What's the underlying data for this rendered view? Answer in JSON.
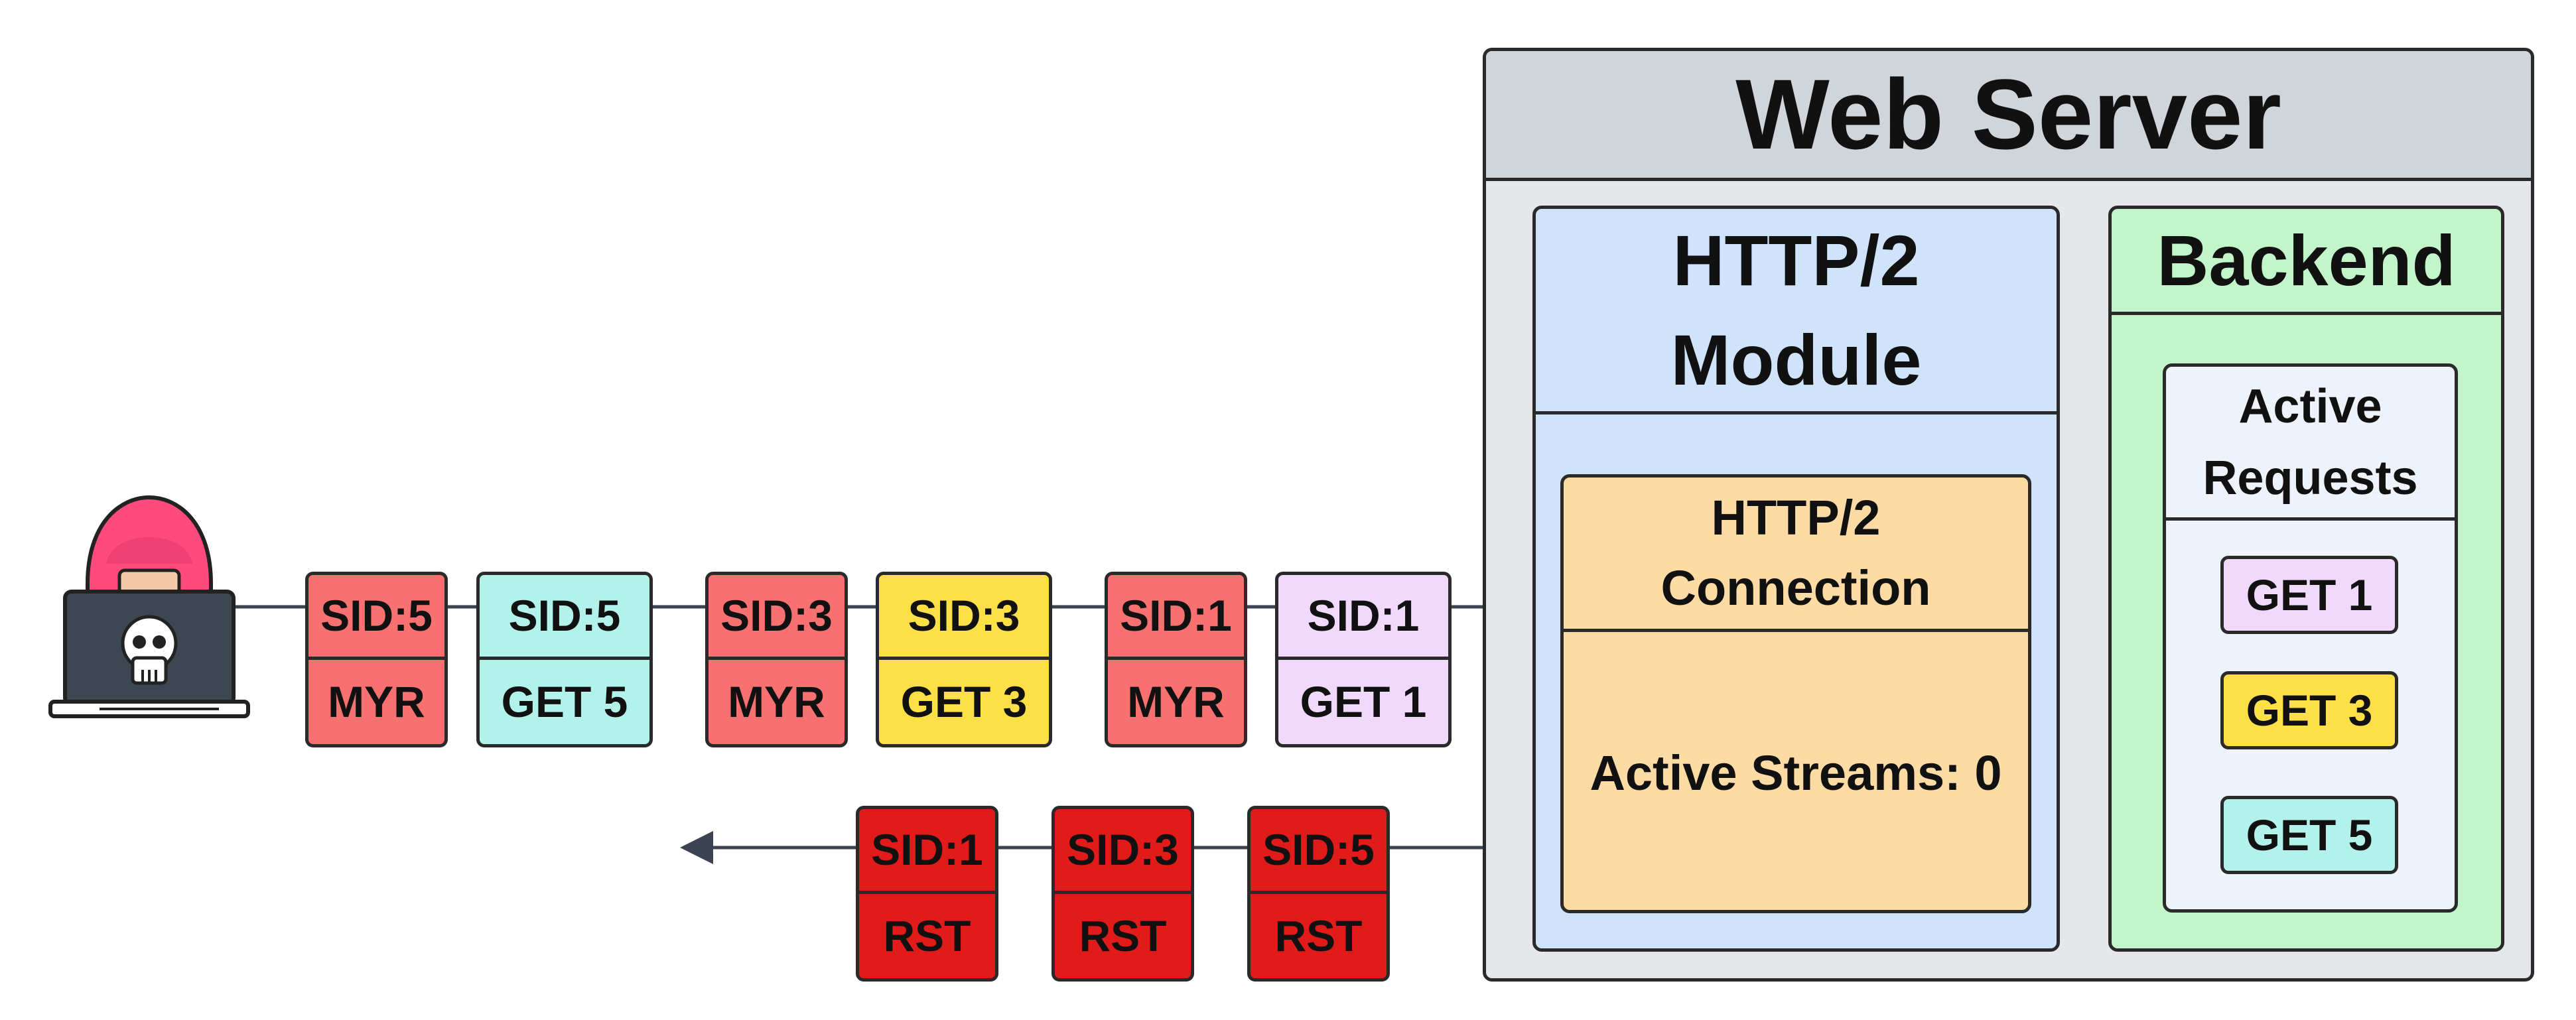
{
  "server": {
    "title": "Web Server",
    "module": {
      "title_line1": "HTTP/2",
      "title_line2": "Module",
      "connection": {
        "title_line1": "HTTP/2",
        "title_line2": "Connection",
        "active_streams": "Active Streams: 0"
      }
    },
    "backend": {
      "title": "Backend",
      "active_requests": {
        "title_line1": "Active",
        "title_line2": "Requests",
        "items": [
          "GET 1",
          "GET 3",
          "GET 5"
        ]
      }
    }
  },
  "incoming_packets": [
    {
      "sid": "SID:5",
      "frame": "MYR",
      "color": "#f87171"
    },
    {
      "sid": "SID:5",
      "frame": "GET 5",
      "color": "#b2f2ea"
    },
    {
      "sid": "SID:3",
      "frame": "MYR",
      "color": "#f87171"
    },
    {
      "sid": "SID:3",
      "frame": "GET 3",
      "color": "#fde047"
    },
    {
      "sid": "SID:1",
      "frame": "MYR",
      "color": "#f87171"
    },
    {
      "sid": "SID:1",
      "frame": "GET 1",
      "color": "#f1d9fb"
    }
  ],
  "outgoing_packets": [
    {
      "sid": "SID:1",
      "frame": "RST",
      "color": "#e11a1a"
    },
    {
      "sid": "SID:3",
      "frame": "RST",
      "color": "#e11a1a"
    },
    {
      "sid": "SID:5",
      "frame": "RST",
      "color": "#e11a1a"
    }
  ],
  "request_colors": [
    "#f1d9fb",
    "#fde047",
    "#b2f2ea"
  ],
  "colors": {
    "server_bg": "#e6e7ea",
    "server_header": "#d0d5dc",
    "module_bg": "#cfe3fb",
    "connection_bg": "#fddba5",
    "backend_bg": "#c3f5cb",
    "active_requests_bg": "#eef3fb"
  },
  "icons": {
    "attacker": "hooded-hacker-laptop-skull-icon"
  }
}
